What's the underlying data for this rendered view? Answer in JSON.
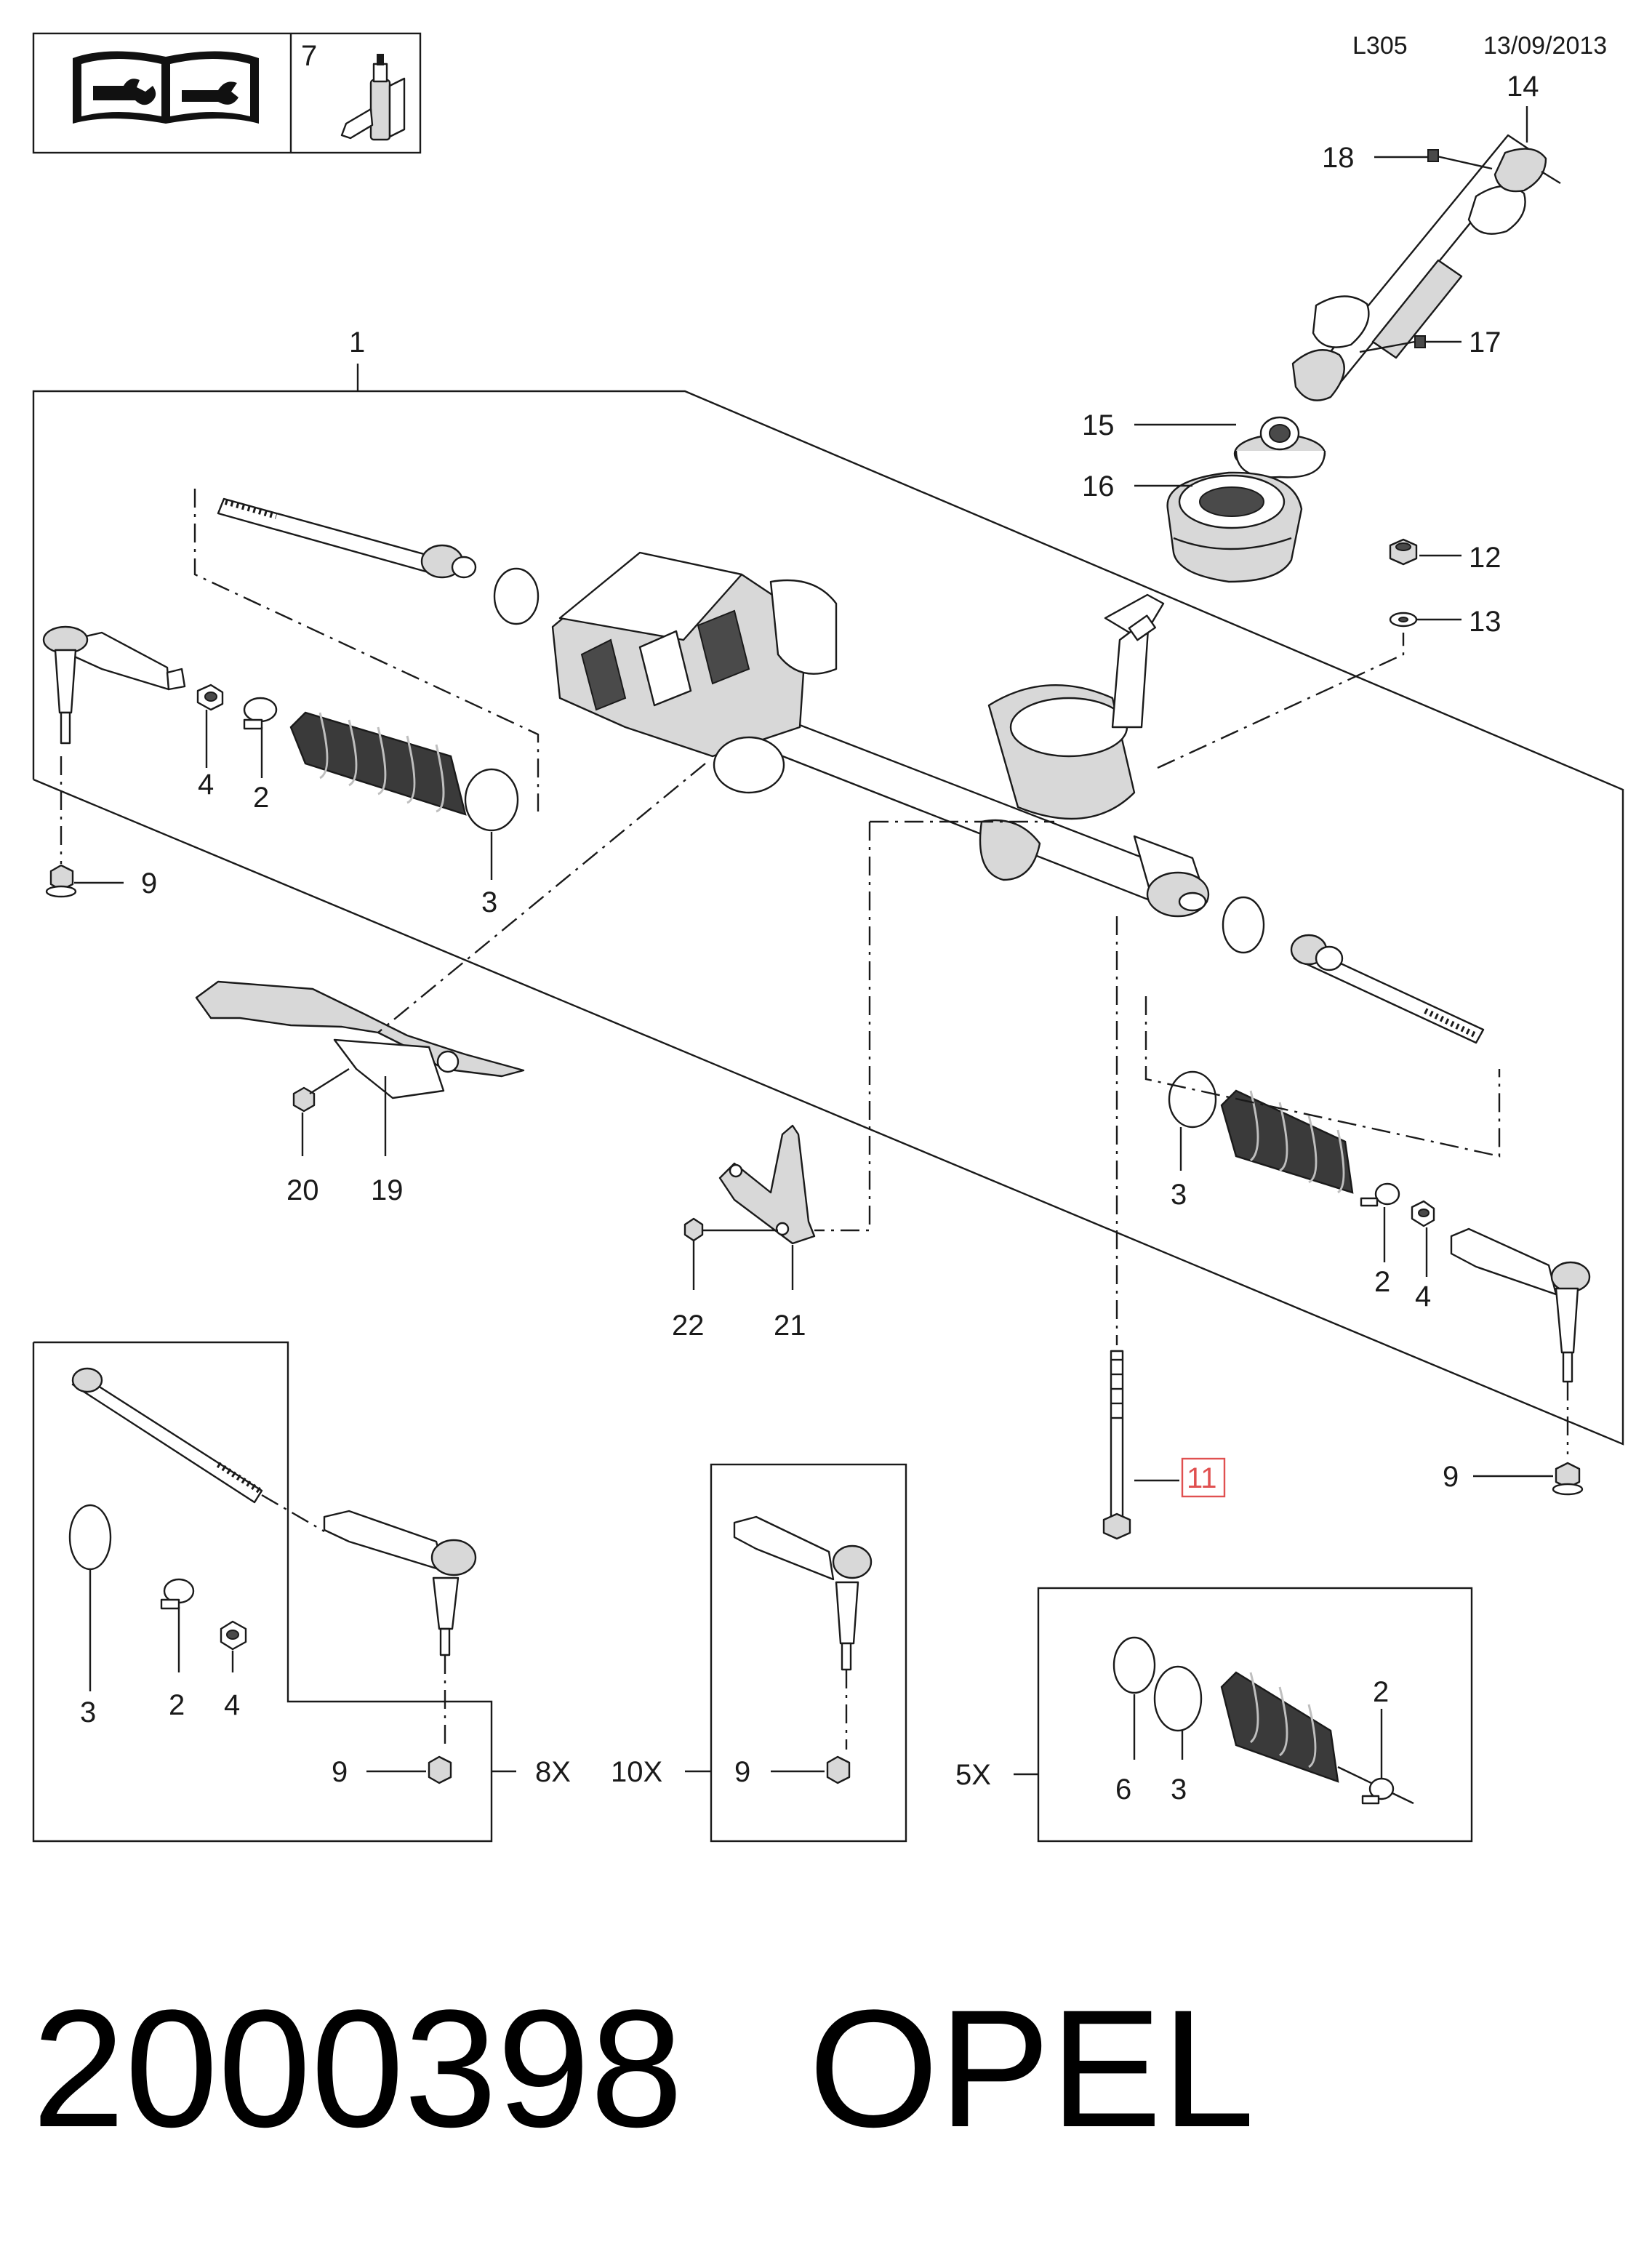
{
  "header": {
    "code": "L305",
    "date": "13/09/2013"
  },
  "tool_box": {
    "label": "7",
    "manual_icon": "repair-manual-icon",
    "grease_icon": "grease-tube-icon"
  },
  "callouts": {
    "c1": "1",
    "c2a": "2",
    "c2b": "2",
    "c2c": "2",
    "c2d": "2",
    "c3a": "3",
    "c3b": "3",
    "c3c": "3",
    "c3d": "3",
    "c4a": "4",
    "c4b": "4",
    "c4c": "4",
    "c6": "6",
    "c9a": "9",
    "c9b": "9",
    "c9c": "9",
    "c9d": "9",
    "c11": "11",
    "c12": "12",
    "c13": "13",
    "c14": "14",
    "c15": "15",
    "c16": "16",
    "c17": "17",
    "c18": "18",
    "c19": "19",
    "c20": "20",
    "c21": "21",
    "c22": "22"
  },
  "kits": {
    "k8": "8X",
    "k10": "10X",
    "k5": "5X"
  },
  "highlight_color": "#e05050",
  "footer": {
    "part_number": "2000398",
    "brand": "OPEL"
  }
}
